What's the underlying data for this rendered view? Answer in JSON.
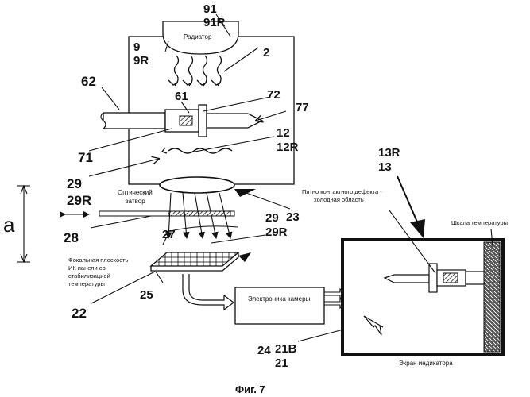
{
  "labels": {
    "radiator": "Радиатор",
    "optical_shutter_1": "Оптический",
    "optical_shutter_2": "затвор",
    "focal_plane_1": "Фокальная плоскость",
    "focal_plane_2": "ИК панели со",
    "focal_plane_3": "стабилизацией",
    "focal_plane_4": "температуры",
    "camera_electronics": "Электроника камеры",
    "defect_spot_1": "Пятно контактного дефекта -",
    "defect_spot_2": "холодная область",
    "temperature_scale": "Шкала температуры",
    "indicator_screen": "Экран индикатора",
    "figure_caption": "Фиг. 7",
    "dimension_a": "a"
  },
  "refs": {
    "r91": "91",
    "r91R": "91R",
    "r9": "9",
    "r9R": "9R",
    "r2": "2",
    "r62": "62",
    "r61": "61",
    "r72": "72",
    "r77": "77",
    "r71": "71",
    "r12": "12",
    "r12R": "12R",
    "r29a": "29",
    "r29Ra": "29R",
    "r23": "23",
    "r13R": "13R",
    "r13": "13",
    "r28": "28",
    "r29b": "29",
    "r29Rb": "29R",
    "r27": "27",
    "r22": "22",
    "r25": "25",
    "r24": "24",
    "r21B": "21B",
    "r21": "21"
  }
}
